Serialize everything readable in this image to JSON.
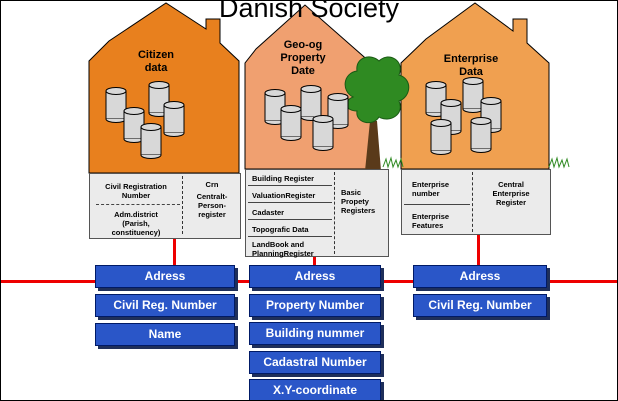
{
  "title": "Danish Society",
  "houses": {
    "citizen": {
      "label_line1": "Citizen",
      "label_line2": "data"
    },
    "geo": {
      "label_line1": "Geo-og",
      "label_line2": "Property",
      "label_line3": "Date"
    },
    "enterprise": {
      "label_line1": "Enterprise",
      "label_line2": "Data"
    }
  },
  "panels": {
    "citizen": {
      "civil_registration_1": "Civil Registration",
      "civil_registration_2": "Number",
      "adm_district_1": "Adm.district",
      "adm_district_2": "(Parish,",
      "adm_district_3": "constituency)",
      "crn": "Crn",
      "central_person_1": "Centralt-",
      "central_person_2": "Person-",
      "central_person_3": "register"
    },
    "geo": {
      "building_register": "Building Register",
      "valuation_register": "ValuationRegister",
      "cadaster": "Cadaster",
      "topografic_data": "Topografic Data",
      "landbook_1": "LandBook and",
      "landbook_2": "PlanningRegister",
      "basic_property_1": "Basic",
      "basic_property_2": "Propety",
      "basic_property_3": "Registers"
    },
    "enterprise": {
      "enterprise_number_1": "Enterprise",
      "enterprise_number_2": "number",
      "enterprise_features_1": "Enterprise",
      "enterprise_features_2": "Features",
      "central_register_1": "Central",
      "central_register_2": "Enterprise",
      "central_register_3": "Register"
    }
  },
  "boxes": {
    "citizen": [
      "Adress",
      "Civil Reg. Number",
      "Name"
    ],
    "geo": [
      "Adress",
      "Property Number",
      "Building nummer",
      "Cadastral Number",
      "X.Y-coordinate"
    ],
    "enterprise": [
      "Adress",
      "Civil Reg. Number"
    ]
  },
  "colors": {
    "citizen_house": "#e8801e",
    "geo_house": "#f0a070",
    "enterprise_house": "#f0a050",
    "box_fill": "#2a56c8",
    "connector": "#ee0000",
    "tree": "#2f8a22"
  }
}
